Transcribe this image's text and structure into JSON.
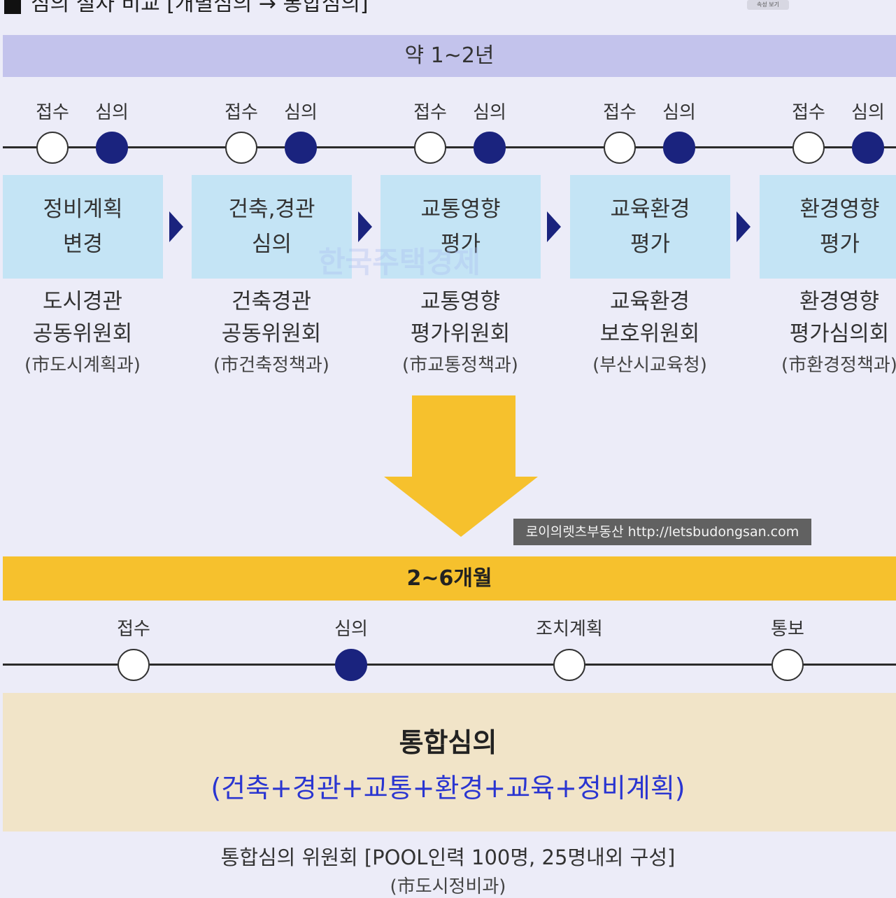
{
  "header": {
    "title": "심의 절차 비교 [개별심의 → 통합심의]",
    "badge": "속성 보기"
  },
  "individual": {
    "duration": "약 1~2년",
    "step_labels": [
      "접수",
      "심의"
    ],
    "stages": [
      {
        "name": [
          "정비계획",
          "변경"
        ],
        "committee": [
          "도시경관",
          "공동위원회",
          "(市도시계획과)"
        ]
      },
      {
        "name": [
          "건축,경관",
          "심의"
        ],
        "committee": [
          "건축경관",
          "공동위원회",
          "(市건축정책과)"
        ]
      },
      {
        "name": [
          "교통영향",
          "평가"
        ],
        "committee": [
          "교통영향",
          "평가위원회",
          "(市교통정책과)"
        ]
      },
      {
        "name": [
          "교육환경",
          "평가"
        ],
        "committee": [
          "교육환경",
          "보호위원회",
          "(부산시교육청)"
        ]
      },
      {
        "name": [
          "환경영향",
          "평가"
        ],
        "committee": [
          "환경영향",
          "평가심의회",
          "(市환경정책과)"
        ]
      }
    ]
  },
  "watermark": "한국주택경제",
  "credit": "로이의렛츠부동산 http://letsbudongsan.com",
  "integrated": {
    "duration": "2~6개월",
    "steps": [
      {
        "label": "접수",
        "state": "open"
      },
      {
        "label": "심의",
        "state": "fill"
      },
      {
        "label": "조치계획",
        "state": "open"
      },
      {
        "label": "통보",
        "state": "open"
      }
    ],
    "title": "통합심의",
    "subtitle": "(건축+경관+교통+환경+교육+정비계획)",
    "committee": "통합심의 위원회 [POOL인력 100명, 25명내외 구성]",
    "department": "(市도시정비과)"
  },
  "colors": {
    "open_dot": "#ffffff",
    "filled_dot": "#1a237e",
    "top_band": "#c3c3ec",
    "mid_band": "#f6c12d",
    "arrow": "#f6c12d",
    "stage_box": "#c4e4f5",
    "result_box": "#f1e4c8",
    "subtitle_text": "#2a35d1"
  }
}
